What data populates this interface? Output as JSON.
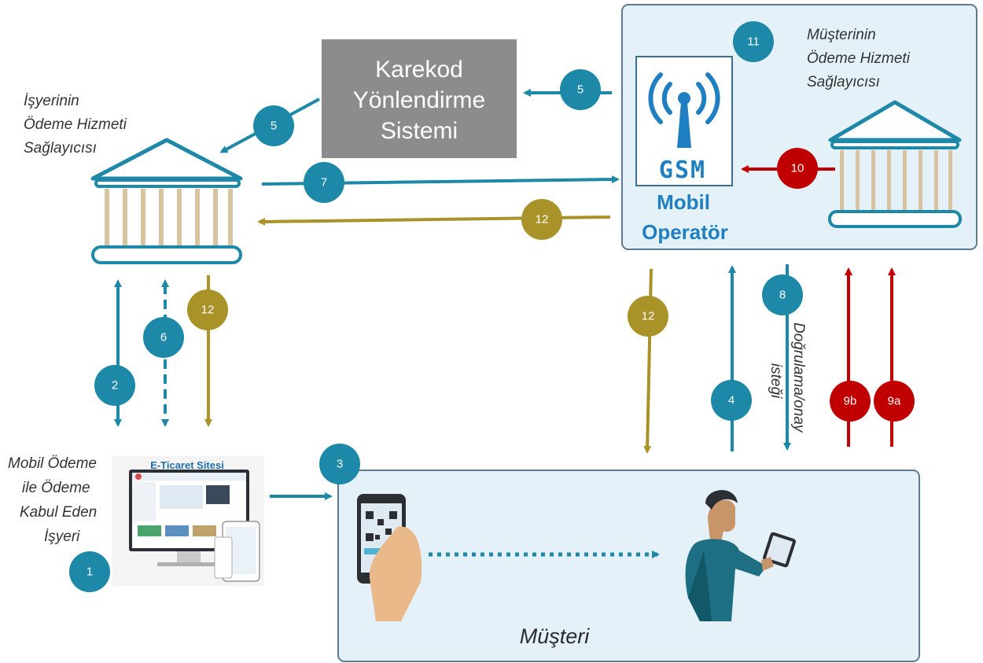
{
  "colors": {
    "teal": "#1d88a8",
    "olive": "#a99227",
    "red": "#c00000",
    "panel_fill": "#e4f1f8",
    "panel_stroke": "#5b7b94",
    "routing_box": "#8c8c8c"
  },
  "icons": [
    "bank-icon",
    "gsm-antenna-icon",
    "phone-qr-icon",
    "person-tablet-icon",
    "ecommerce-screen-icon"
  ],
  "merchant_psp": {
    "label_lines": [
      "İşyerinin",
      "Ödeme Hizmeti",
      "Sağlayıcısı"
    ]
  },
  "routing_system": {
    "label_lines": [
      "Karekod",
      "Yönlendirme",
      "Sistemi"
    ]
  },
  "mobile_operator": {
    "label_lines": [
      "Mobil",
      "Operatör"
    ],
    "gsm_logo_text": "GSM"
  },
  "customer_psp": {
    "label_lines": [
      "Müşterinin",
      "Ödeme Hizmeti",
      "Sağlayıcısı"
    ]
  },
  "merchant": {
    "label_lines": [
      "Mobil Ödeme",
      "ile Ödeme",
      "Kabul Eden",
      "İşyeri"
    ],
    "site_title": "E-Ticaret Sitesi"
  },
  "customer": {
    "label": "Müşteri"
  },
  "verification_label_lines": [
    "Doğrulama/onay",
    "isteği"
  ],
  "steps": {
    "s1": "1",
    "s2": "2",
    "s3": "3",
    "s4": "4",
    "s5a": "5",
    "s5b": "5",
    "s6": "6",
    "s7": "7",
    "s8": "8",
    "s9a": "9a",
    "s9b": "9b",
    "s10": "10",
    "s11": "11",
    "s12a": "12",
    "s12b": "12",
    "s12c": "12"
  }
}
